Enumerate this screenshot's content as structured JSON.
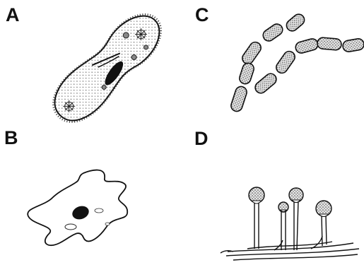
{
  "panels": [
    {
      "label": "A",
      "organism": "paramecium-icon"
    },
    {
      "label": "B",
      "organism": "amoeba-icon"
    },
    {
      "label": "C",
      "organism": "bacilli-chain-icon"
    },
    {
      "label": "D",
      "organism": "bread-mold-icon"
    }
  ],
  "colors": {
    "ink": "#111111",
    "stipple": "#555555",
    "background": "#ffffff"
  }
}
